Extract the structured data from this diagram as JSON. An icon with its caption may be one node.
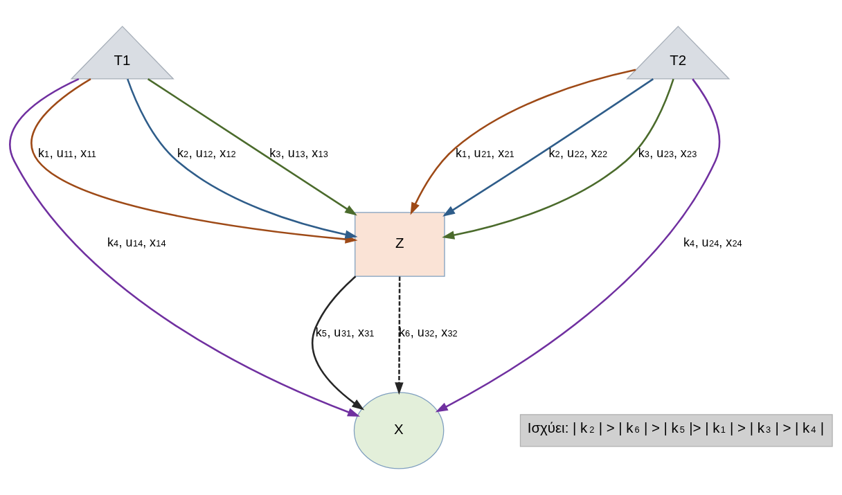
{
  "diagram": {
    "nodes": [
      {
        "text": [
          "T1"
        ]
      },
      {
        "text": [
          "T2"
        ]
      },
      {
        "text": [
          "Z"
        ]
      },
      {
        "text": [
          "X"
        ]
      }
    ],
    "edges": [
      {
        "from": 0,
        "to": 2,
        "arrow": "to",
        "label": "k$_{1}$, u$_{11}$, x$_{11}$",
        "color": "#9e4a17"
      },
      {
        "from": 0,
        "to": 2,
        "arrow": "to",
        "label": "k$_{2}$, u$_{12}$, x$_{12}$",
        "color": "#2f5d8a"
      },
      {
        "from": 0,
        "to": 2,
        "arrow": "to",
        "label": "k$_{3}$, u$_{13}$, x$_{13}$",
        "color": "#4b6b2c"
      },
      {
        "from": 0,
        "to": 3,
        "arrow": "to",
        "label": "k$_{4}$, u$_{14}$, x$_{14}$",
        "color": "#7030a0"
      },
      {
        "from": 1,
        "to": 2,
        "arrow": "to",
        "label": "k$_{1}$, u$_{21}$, x$_{21}$",
        "color": "#9e4a17"
      },
      {
        "from": 1,
        "to": 2,
        "arrow": "to",
        "label": "k$_{2}$, u$_{22}$, x$_{22}$",
        "color": "#2f5d8a"
      },
      {
        "from": 1,
        "to": 2,
        "arrow": "to",
        "label": "k$_{3}$, u$_{23}$, x$_{23}$",
        "color": "#4b6b2c"
      },
      {
        "from": 1,
        "to": 3,
        "arrow": "to",
        "label": "k$_{4}$, u$_{24}$, x$_{24}$",
        "color": "#7030a0"
      },
      {
        "from": 2,
        "to": 3,
        "arrow": "to",
        "label": "k$_{5}$, u$_{31}$, x$_{31}$",
        "color": "#262626"
      },
      {
        "from": 2,
        "to": 3,
        "arrow": "to",
        "label": "k$_{6}$, u$_{32}$, x$_{32}$",
        "style": "dashed",
        "color": "#262626"
      }
    ],
    "labels": [
      "Ισχύει: | k$_{2}$ | > | k$_{6}$ | > | k$_{5}$ |> | k$_{1}$ | > | k$_{3}$ | > | k$_{4}$ |"
    ]
  }
}
